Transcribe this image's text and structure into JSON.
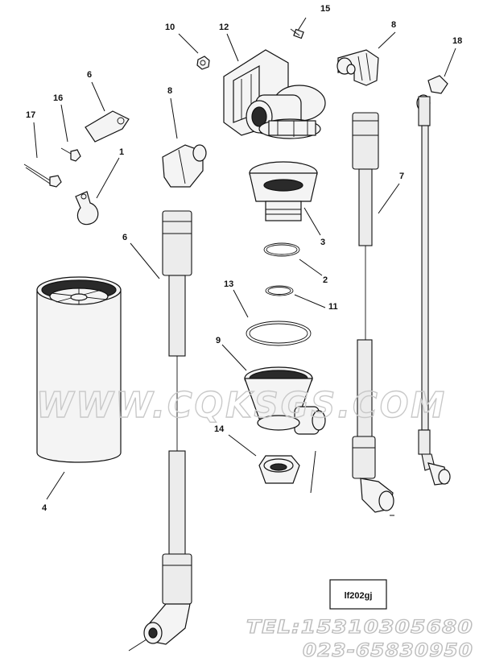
{
  "diagram": {
    "callouts": [
      {
        "id": "c15",
        "text": "15"
      },
      {
        "id": "c10",
        "text": "10"
      },
      {
        "id": "c12",
        "text": "12"
      },
      {
        "id": "c8a",
        "text": "8"
      },
      {
        "id": "c18",
        "text": "18"
      },
      {
        "id": "c6a",
        "text": "6"
      },
      {
        "id": "c16",
        "text": "16"
      },
      {
        "id": "c17",
        "text": "17"
      },
      {
        "id": "c8b",
        "text": "8"
      },
      {
        "id": "c1",
        "text": "1"
      },
      {
        "id": "c7",
        "text": "7"
      },
      {
        "id": "c6b",
        "text": "6"
      },
      {
        "id": "c3",
        "text": "3"
      },
      {
        "id": "c2",
        "text": "2"
      },
      {
        "id": "c13",
        "text": "13"
      },
      {
        "id": "c11",
        "text": "11"
      },
      {
        "id": "c9",
        "text": "9"
      },
      {
        "id": "c14",
        "text": "14"
      },
      {
        "id": "c4",
        "text": "4"
      }
    ],
    "reference_code": "lf202gj"
  },
  "watermark": {
    "site": "WWW.CQKSGS.COM",
    "tel": "TEL:15310305680",
    "phone2": "023-65830950"
  }
}
